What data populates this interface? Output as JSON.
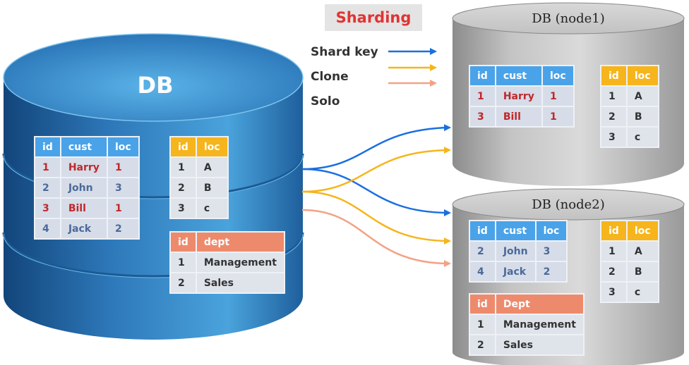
{
  "legend": {
    "title": "Sharding",
    "items": [
      {
        "label": "Shard key",
        "color": "#1a6fe0"
      },
      {
        "label": "Clone",
        "color": "#f6b51c"
      },
      {
        "label": "Solo",
        "color": "#f3a286"
      }
    ]
  },
  "source_db": {
    "title": "DB",
    "customers": {
      "headers": [
        "id",
        "cust",
        "loc"
      ],
      "rows": [
        {
          "cells": [
            "1",
            "Harry",
            "1"
          ],
          "highlight": true
        },
        {
          "cells": [
            "2",
            "John",
            "3"
          ],
          "highlight": false
        },
        {
          "cells": [
            "3",
            "Bill",
            "1"
          ],
          "highlight": true
        },
        {
          "cells": [
            "4",
            "Jack",
            "2"
          ],
          "highlight": false
        }
      ]
    },
    "locations": {
      "headers": [
        "id",
        "loc"
      ],
      "rows": [
        [
          "1",
          "A"
        ],
        [
          "2",
          "B"
        ],
        [
          "3",
          "c"
        ]
      ]
    },
    "departments": {
      "headers": [
        "id",
        "dept"
      ],
      "rows": [
        [
          "1",
          "Management"
        ],
        [
          "2",
          "Sales"
        ]
      ]
    }
  },
  "node1": {
    "title": "DB  (node1)",
    "customers": {
      "headers": [
        "id",
        "cust",
        "loc"
      ],
      "rows": [
        {
          "cells": [
            "1",
            "Harry",
            "1"
          ],
          "highlight": true
        },
        {
          "cells": [
            "3",
            "Bill",
            "1"
          ],
          "highlight": true
        }
      ]
    },
    "locations": {
      "headers": [
        "id",
        "loc"
      ],
      "rows": [
        [
          "1",
          "A"
        ],
        [
          "2",
          "B"
        ],
        [
          "3",
          "c"
        ]
      ]
    }
  },
  "node2": {
    "title": "DB  (node2)",
    "customers": {
      "headers": [
        "id",
        "cust",
        "loc"
      ],
      "rows": [
        {
          "cells": [
            "2",
            "John",
            "3"
          ],
          "highlight": false
        },
        {
          "cells": [
            "4",
            "Jack",
            "2"
          ],
          "highlight": false
        }
      ]
    },
    "locations": {
      "headers": [
        "id",
        "loc"
      ],
      "rows": [
        [
          "1",
          "A"
        ],
        [
          "2",
          "B"
        ],
        [
          "3",
          "c"
        ]
      ]
    },
    "departments": {
      "headers": [
        "id",
        "Dept"
      ],
      "rows": [
        [
          "1",
          "Management"
        ],
        [
          "2",
          "Sales"
        ]
      ]
    }
  }
}
